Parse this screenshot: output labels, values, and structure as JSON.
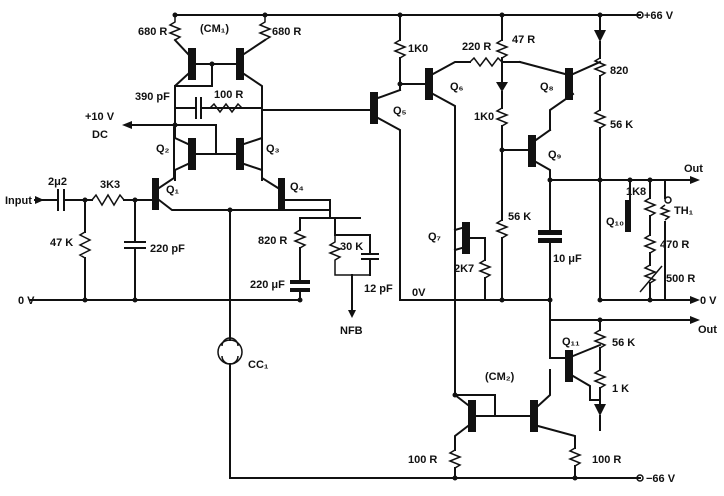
{
  "labels": {
    "r_680_left": "680 R",
    "cm1": "(CM₁)",
    "r_680_right": "680 R",
    "c_390pf": "390 pF",
    "r_100_top": "100 R",
    "plus10v": "+10 V",
    "dc": "DC",
    "q2": "Q₂",
    "q3": "Q₃",
    "c_2u2": "2μ2",
    "r_3k3": "3K3",
    "input": "Input",
    "q1": "Q₁",
    "q4": "Q₄",
    "r_47k": "47 K",
    "c_220pf": "220 pF",
    "r_820_left": "820 R",
    "r_30k": "30 K",
    "c_220uf": "220 μF",
    "c_12pf": "12 pF",
    "zero_v_left": "0 V",
    "nfb": "NFB",
    "cc1": "CC₁",
    "r_1k0_top": "1K0",
    "q5": "Q₅",
    "r_220": "220 R",
    "q6": "Q₆",
    "r_47": "47 R",
    "r_1k0_mid": "1K0",
    "q8": "Q₈",
    "plus66v": "+66 V",
    "r_820_right": "820",
    "r_56k_top": "56 K",
    "q9": "Q₉",
    "out_top": "Out",
    "r_1k8": "1K8",
    "q10": "Q₁₀",
    "th1": "TH₁",
    "r_470": "470 R",
    "r_500": "500 R",
    "q7": "Q₇",
    "r_56k_mid": "56 K",
    "r_2k7": "2K7",
    "c_10uf": "10 μF",
    "zero_v_mid": "0V",
    "zero_v_right": "0 V",
    "out_bottom": "Out",
    "q11": "Q₁₁",
    "r_56k_bottom": "56 K",
    "cm2": "(CM₂)",
    "r_1k": "1 K",
    "r_100_left": "100 R",
    "r_100_right": "100 R",
    "minus66v": "−66 V"
  }
}
